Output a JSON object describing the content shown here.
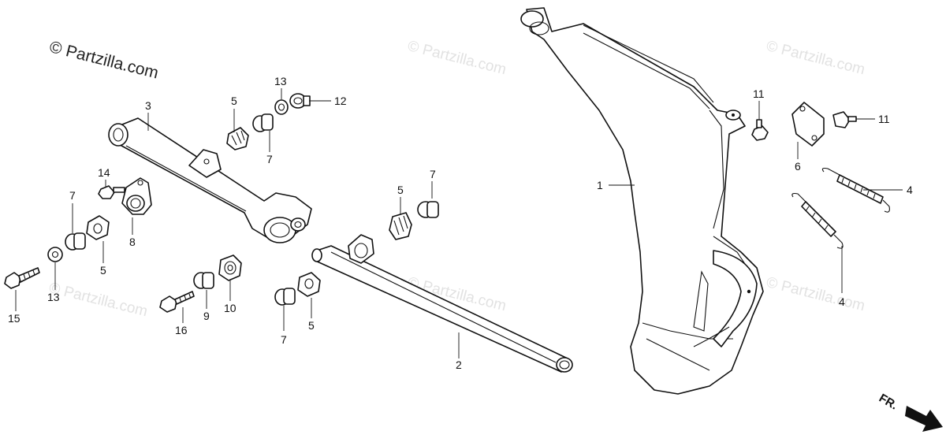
{
  "watermark_primary": "© Partzilla.com",
  "watermark_repeat": "© Partzilla.com",
  "direction_label": "FR.",
  "callouts": {
    "c1": "1",
    "c2": "2",
    "c3": "3",
    "c4a": "4",
    "c4b": "4",
    "c5a": "5",
    "c5b": "5",
    "c5c": "5",
    "c5d": "5",
    "c6": "6",
    "c7a": "7",
    "c7b": "7",
    "c7c": "7",
    "c7d": "7",
    "c8": "8",
    "c9": "9",
    "c10": "10",
    "c11a": "11",
    "c11b": "11",
    "c12": "12",
    "c13a": "13",
    "c13b": "13",
    "c14": "14",
    "c15": "15",
    "c16": "16"
  },
  "icons": {
    "direction": "arrow-right-icon"
  }
}
